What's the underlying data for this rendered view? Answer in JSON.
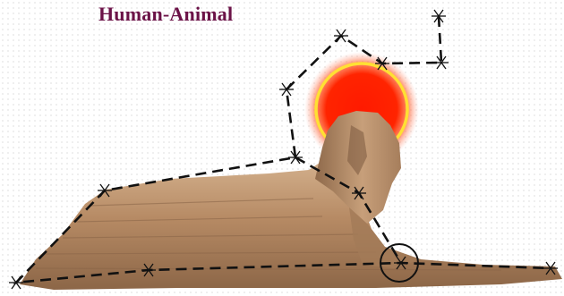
{
  "title": "Human-Animal",
  "colors": {
    "title": "#6b1247",
    "halo_outer": "#ff2a00",
    "halo_ring": "#ffe033",
    "stone_light": "#c7a27e",
    "stone_dark": "#7d5a3f",
    "line": "#111111"
  },
  "icons": [
    "star-marker-icon",
    "highlight-circle"
  ],
  "subject": "sphinx-silhouette"
}
